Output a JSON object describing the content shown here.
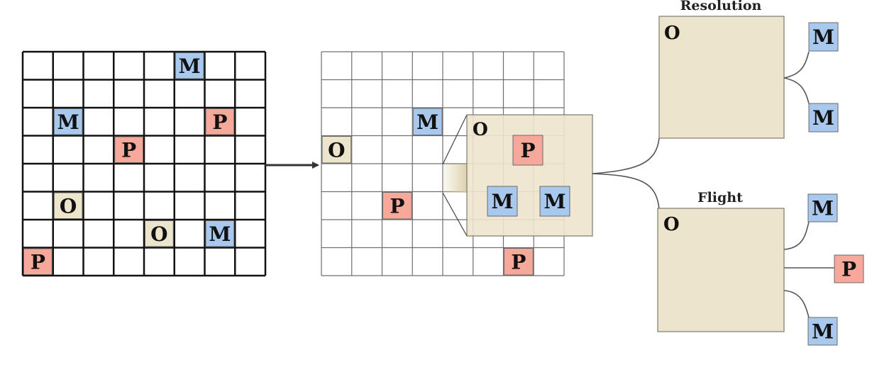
{
  "colors": {
    "M": "#a8c8ee",
    "P": "#f6a89a",
    "O": "#ede4cc",
    "region_fill": "#ede4cc",
    "region_stroke": "#7a7a6a",
    "grid_bold": "#111111",
    "grid_light": "#6f6f6f",
    "arrow": "#333333"
  },
  "left_grid": {
    "rows": 8,
    "cols": 8,
    "cells": [
      {
        "row": 0,
        "col": 5,
        "label": "M"
      },
      {
        "row": 2,
        "col": 1,
        "label": "M"
      },
      {
        "row": 2,
        "col": 6,
        "label": "P"
      },
      {
        "row": 3,
        "col": 3,
        "label": "P"
      },
      {
        "row": 5,
        "col": 1,
        "label": "O"
      },
      {
        "row": 6,
        "col": 4,
        "label": "O"
      },
      {
        "row": 6,
        "col": 6,
        "label": "M"
      },
      {
        "row": 7,
        "col": 0,
        "label": "P"
      }
    ]
  },
  "middle_grid": {
    "rows": 8,
    "cols": 8,
    "cells": [
      {
        "row": 2,
        "col": 3,
        "label": "M"
      },
      {
        "row": 3,
        "col": 0,
        "label": "O"
      },
      {
        "row": 5,
        "col": 2,
        "label": "P"
      },
      {
        "row": 7,
        "col": 6,
        "label": "P"
      }
    ]
  },
  "zoom_region": {
    "label_O": "O",
    "items": [
      {
        "label": "P"
      },
      {
        "label": "M"
      },
      {
        "label": "M"
      }
    ]
  },
  "resolution": {
    "title": "Resolution",
    "label_O": "O",
    "items": [
      "M",
      "M"
    ]
  },
  "flight": {
    "title": "Flight",
    "label_O": "O",
    "items": [
      "M",
      "P",
      "M"
    ]
  }
}
